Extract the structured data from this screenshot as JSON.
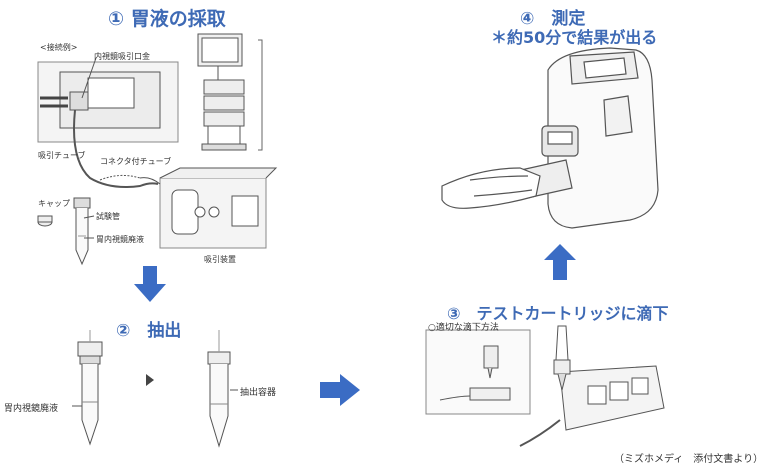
{
  "steps": {
    "step1": {
      "title": "① 胃液の採取"
    },
    "step2": {
      "title": "②　抽出"
    },
    "step3": {
      "title": "③　テストカートリッジに滴下"
    },
    "step4": {
      "title": "④　測定",
      "subtitle": "＊約50分で結果が出る"
    }
  },
  "labels": {
    "connection_example": "<接続例>",
    "endoscope_port": "内視鏡吸引口金",
    "suction_tube": "吸引チューブ",
    "connector_tube": "コネクタ付チューブ",
    "cap": "キャップ",
    "test_tube": "試験管",
    "gastric_waste": "胃内視鏡廃液",
    "suction_device": "吸引装置",
    "gastric_waste_2": "胃内視鏡廃液",
    "extraction_container": "抽出容器",
    "proper_dropping": "○適切な滴下方法"
  },
  "credit": "（ミズホメディ　添付文書より）",
  "colors": {
    "title": "#3e6ab5",
    "arrow": "#3b6cc4",
    "line": "#555555"
  }
}
